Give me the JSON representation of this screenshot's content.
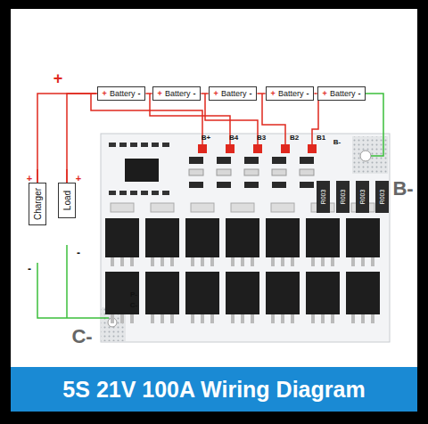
{
  "diagram": {
    "title": "5S 21V 100A Wiring Diagram",
    "nodes": [
      {
        "text": [
          "+",
          "Battery",
          "-"
        ]
      },
      {
        "text": [
          "+",
          "Battery",
          "-"
        ]
      },
      {
        "text": [
          "+",
          "Battery",
          "-"
        ]
      },
      {
        "text": [
          "+",
          "Battery",
          "-"
        ]
      },
      {
        "text": [
          "+",
          "Battery",
          "-"
        ]
      },
      {
        "text": [
          "Charger"
        ]
      },
      {
        "text": [
          "Load"
        ]
      }
    ],
    "edges": [
      {
        "from": 0,
        "to": 1,
        "arrow": "none"
      },
      {
        "from": 1,
        "to": 2,
        "arrow": "none"
      },
      {
        "from": 2,
        "to": 3,
        "arrow": "none"
      },
      {
        "from": 3,
        "to": 4,
        "arrow": "none"
      },
      {
        "from": 5,
        "to": 0,
        "arrow": "none"
      },
      {
        "from": 6,
        "to": 0,
        "arrow": "none"
      }
    ],
    "labels": [
      "+",
      "+",
      "-",
      "+",
      "-",
      "B+",
      "B4",
      "B3",
      "B2",
      "B1",
      "B-",
      "B-",
      "R003",
      "R003",
      "R003",
      "R003",
      "P-",
      "C-",
      "C-"
    ]
  }
}
